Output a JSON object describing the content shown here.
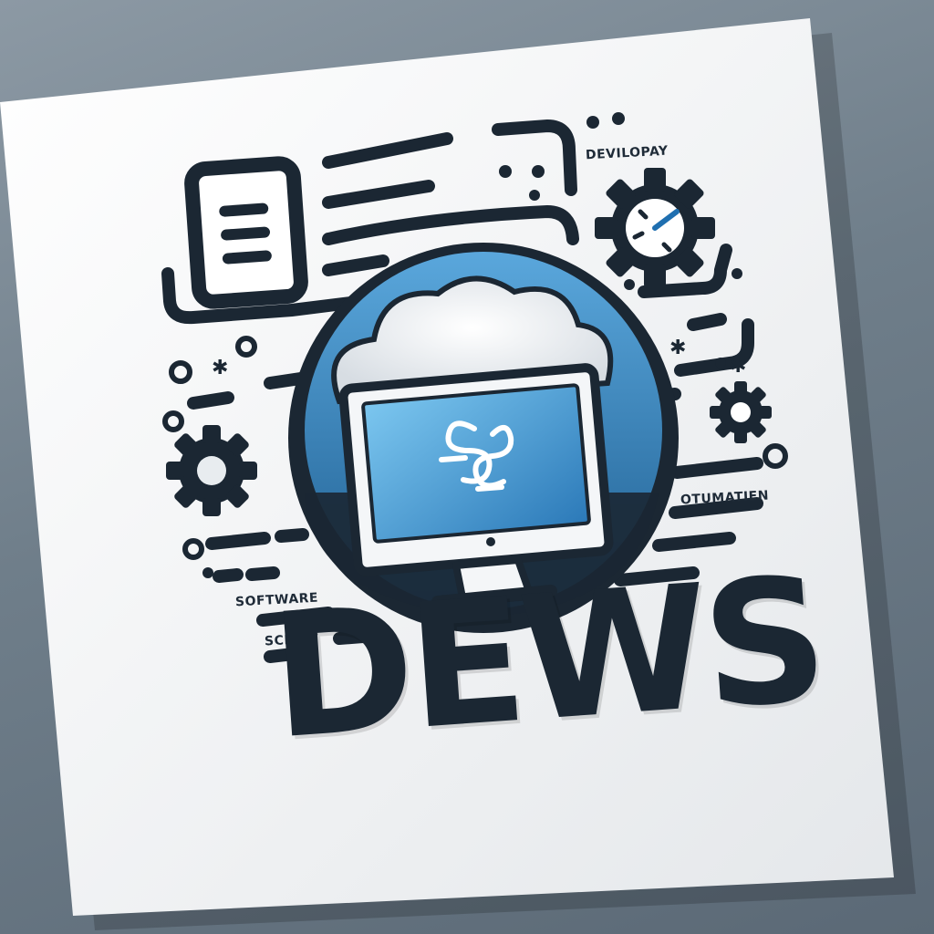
{
  "logo": {
    "wordmark": "DEWS",
    "labels": {
      "top_right": "DEVILOPAY",
      "middle_right": "OTUMATIEN",
      "left_software": "SOFTWARE",
      "left_script": "SCRIPT"
    },
    "icons": [
      "document-icon",
      "gear-icon",
      "gauge-gear-icon",
      "cloud-icon",
      "monitor-icon",
      "swirl-logo-icon"
    ]
  },
  "colors": {
    "ink": "#1b2733",
    "accent_blue": "#2f7fbf",
    "light_blue": "#6fb8e8",
    "card": "#f4f5f6",
    "background": "#6f7e8a"
  }
}
